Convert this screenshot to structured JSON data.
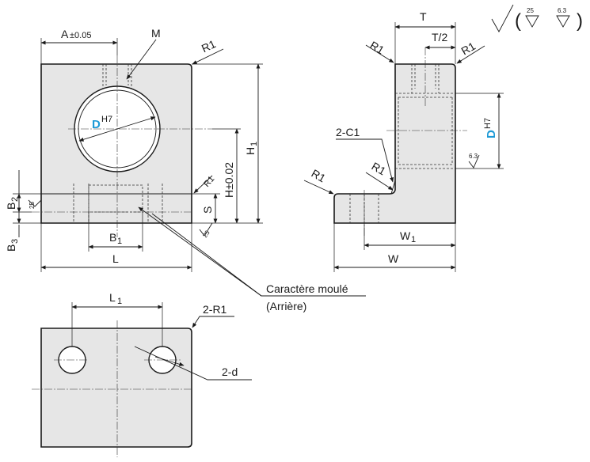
{
  "labels": {
    "a_dim": "A",
    "a_tol": "±0.05",
    "m": "M",
    "r1": "R1",
    "d_letter": "D",
    "d_tol": "H7",
    "h1": "H",
    "h1_sub": "1",
    "h_dim": "H±0.02",
    "s": "S",
    "b2": "B",
    "b2_sub": "2",
    "b3": "B",
    "b3_sub": "3",
    "b1": "B",
    "b1_sub": "1",
    "l": "L",
    "t": "T",
    "t_half": "T/2",
    "c1": "2-C1",
    "w1": "W",
    "w1_sub": "1",
    "w": "W",
    "l1": "L",
    "l1_sub": "1",
    "r1_2": "2-R1",
    "d2": "2-d",
    "molded_line1": "Caractère moulé",
    "molded_line2": "(Arrière)",
    "rough_25": "25",
    "rough_63": "6.3",
    "paren_open": "(",
    "paren_close": ")"
  },
  "colors": {
    "part_fill": "#e6e6e6",
    "outline": "#1a1a1a",
    "accent_blue": "#1e9ad6"
  }
}
